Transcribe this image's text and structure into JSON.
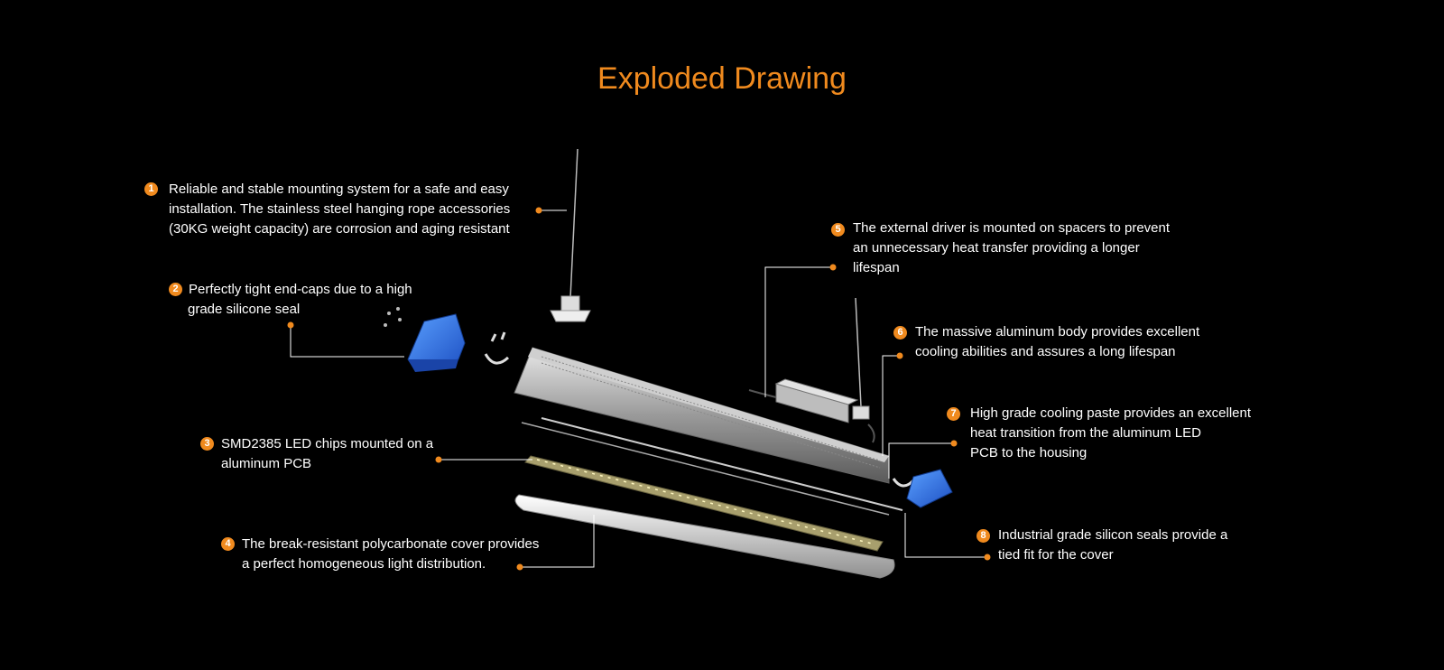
{
  "title": "Exploded Drawing",
  "accent_color": "#f08a1e",
  "callouts": [
    {
      "number": "1",
      "lines": [
        "Reliable and stable mounting system for a safe and easy",
        "installation. The stainless steel hanging rope accessories",
        "(30KG weight capacity) are corrosion and aging resistant"
      ]
    },
    {
      "number": "2",
      "lines": [
        "Perfectly tight end-caps due to a high",
        "grade silicone seal"
      ]
    },
    {
      "number": "3",
      "lines": [
        "SMD2385 LED chips mounted on a",
        "aluminum PCB"
      ]
    },
    {
      "number": "4",
      "lines": [
        "The break-resistant polycarbonate cover provides",
        "a perfect homogeneous light distribution."
      ]
    },
    {
      "number": "5",
      "lines": [
        "The external driver is mounted on spacers to prevent",
        "an unnecessary heat transfer providing a longer",
        "lifespan"
      ]
    },
    {
      "number": "6",
      "lines": [
        "The massive aluminum body provides excellent",
        "cooling abilities and assures a long lifespan"
      ]
    },
    {
      "number": "7",
      "lines": [
        "High grade cooling paste provides an excellent",
        "heat transition from the aluminum LED",
        "PCB to the housing"
      ]
    },
    {
      "number": "8",
      "lines": [
        "Industrial grade silicon seals provide a",
        "tied fit for the cover"
      ]
    }
  ]
}
